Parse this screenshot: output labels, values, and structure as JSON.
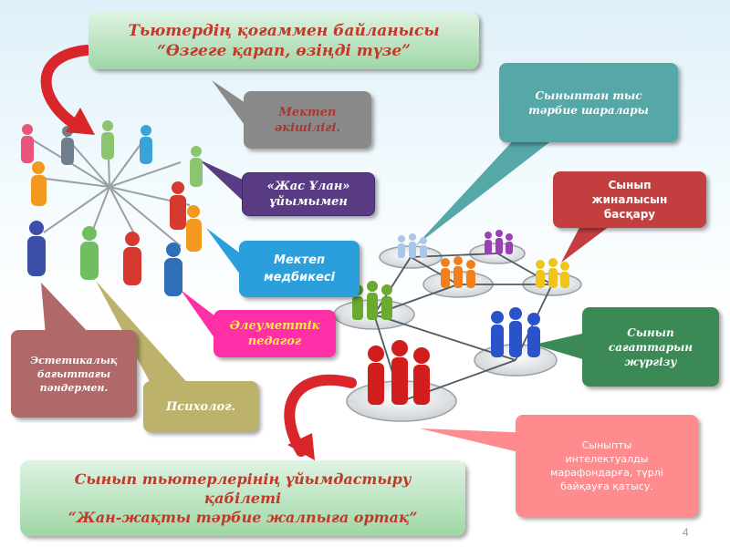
{
  "header": {
    "line1": "Тьютердің қоғаммен байланысы",
    "line2": "“Өзгеге қарап, өзіңді түзе”"
  },
  "callouts": {
    "school_council": [
      "Мектеп",
      "әкішілігі."
    ],
    "youth_org": [
      "«Жас Ұлан»",
      "ұйымымен"
    ],
    "nurse": [
      "Мектеп",
      "медбикесі"
    ],
    "social_pedagogue": [
      "Әлеуметтік",
      "педагог"
    ],
    "psychologist": [
      "Психолог."
    ],
    "aesthetic_teachers": [
      "Эстетикалық",
      "бағыттағы",
      "пәндермен."
    ],
    "extracurricular": [
      "Сыныптан  тыс",
      "тәрбие шаралары"
    ],
    "class_meeting": [
      "Сынып",
      "жиналысын",
      "басқару"
    ],
    "class_hours": [
      "Сынып",
      "сағаттарын",
      "жүргізу"
    ],
    "marathons": [
      "Сыныпты",
      "интелектуалды",
      "марафондарға, түрлі",
      "байқауға қатысу."
    ]
  },
  "footer": {
    "line1": "Сынып тьютерлерінің ұйымдастыру",
    "line2": "қабілеті",
    "line3": "“Жан-жақты тәрбие жалпыға ортақ”"
  },
  "page_number": "4",
  "colors": {
    "title_text": "#c0392b",
    "arrow": "#d8262b",
    "title_box": "#9ed7a6"
  },
  "icons": [
    "curved-arrow-icon",
    "people-star-network-icon",
    "people-group-network-icon"
  ]
}
